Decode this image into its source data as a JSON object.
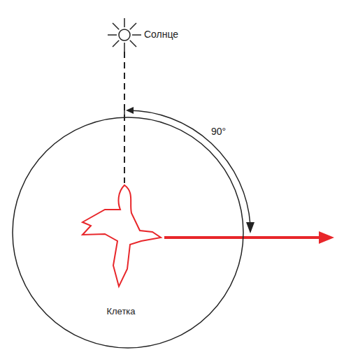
{
  "diagram": {
    "nodes": [
      {
        "text": [
          "Солнце"
        ]
      },
      {
        "text": [
          "Клетка"
        ]
      }
    ],
    "labels": [
      "90°"
    ]
  }
}
